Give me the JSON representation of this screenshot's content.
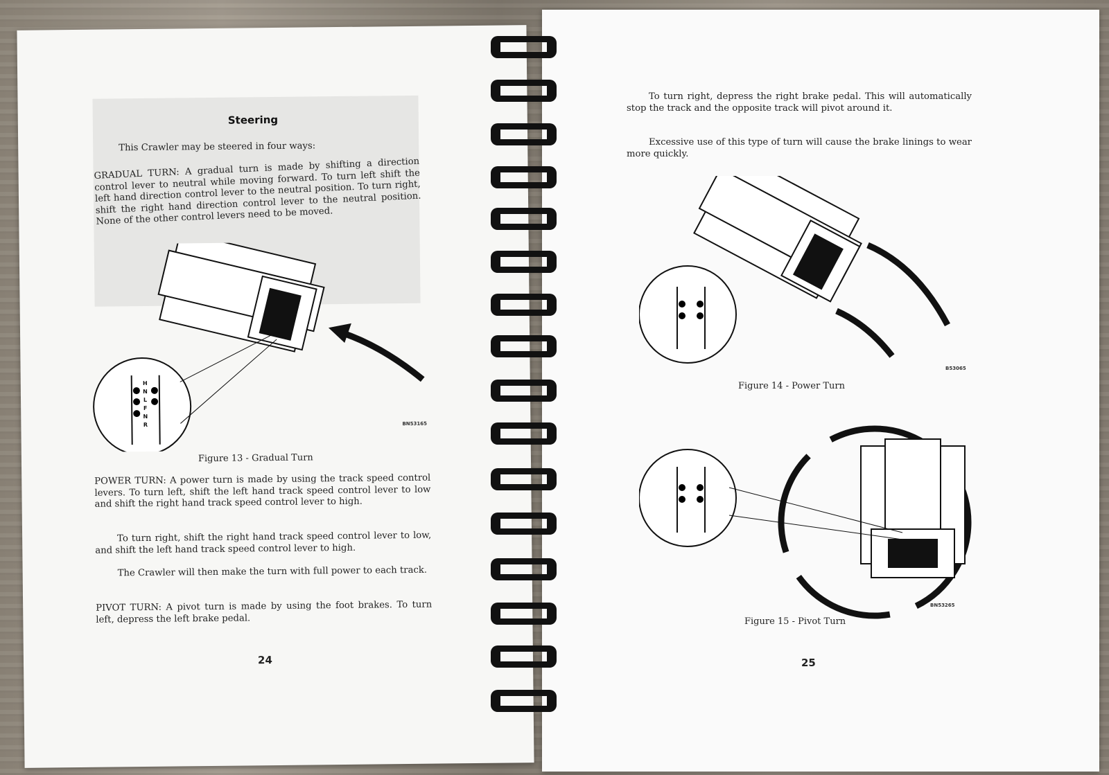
{
  "left_page": {
    "heading": "Steering",
    "intro": "This Crawler may be steered in four ways:",
    "gradual_turn": "GRADUAL TURN: A gradual turn is made by shifting a direction control lever to neutral while moving forward. To turn left shift the left hand direction control lever to the neutral position. To turn right, shift the right hand direction control lever to the neutral position. None of the other control levers need to be moved.",
    "figure_code": "BN53165",
    "figure_caption": "Figure 13 - Gradual Turn",
    "power_turn": "POWER TURN: A power turn is made by using the track speed control levers. To turn left, shift the left hand track speed control lever to low and shift the right hand track speed control lever to high.",
    "power_right": "To turn right, shift the right hand track speed control lever to low, and shift the left hand track speed control lever to high.",
    "power_full": "The Crawler will then make the turn with full power to each track.",
    "pivot_turn": "PIVOT TURN: A pivot turn is made by using the foot brakes. To turn left, depress the left brake pedal.",
    "page_number": "24"
  },
  "right_page": {
    "pivot_right": "To turn right, depress the right brake pedal. This will automatically stop the track and the opposite track will pivot around it.",
    "excessive": "Excessive use of this type of turn will cause the brake linings to wear more quickly.",
    "figure14_code": "B53065",
    "figure14_caption": "Figure 14 - Power Turn",
    "figure15_code": "BN53265",
    "figure15_caption": "Figure 15 - Pivot Turn",
    "page_number": "25"
  },
  "lever_letters": "HNLFNR"
}
